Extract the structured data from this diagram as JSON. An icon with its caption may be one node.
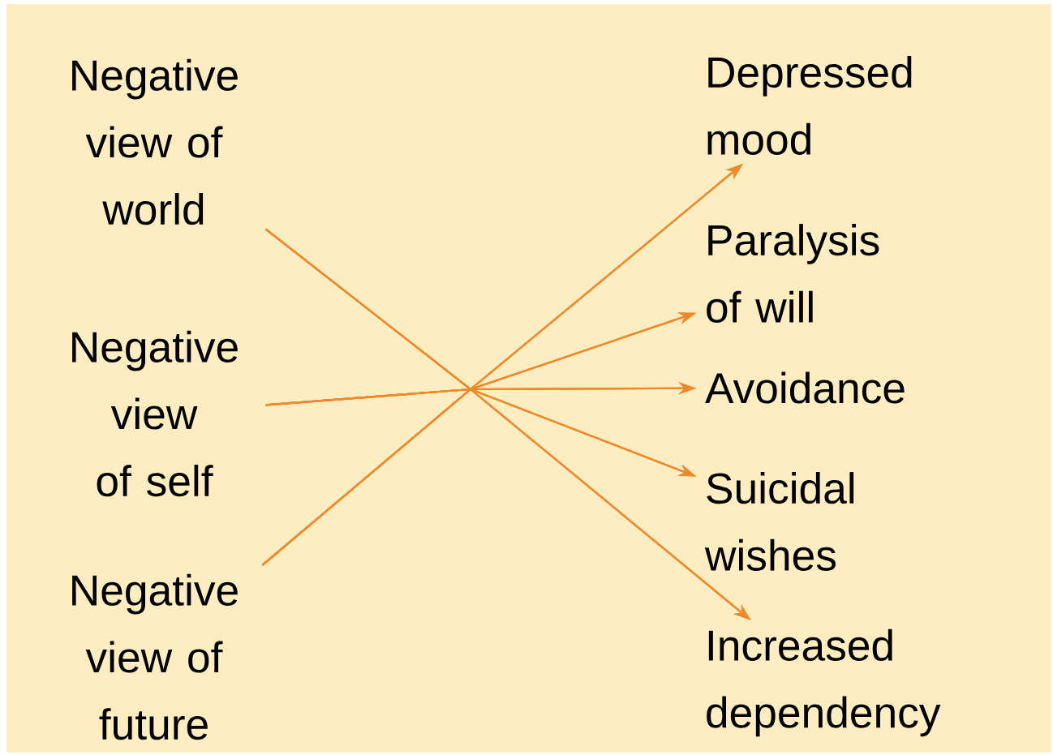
{
  "diagram": {
    "nodes": [
      {
        "text": [
          "Negative view of world"
        ]
      },
      {
        "text": [
          "Negative view of self"
        ]
      },
      {
        "text": [
          "Negative view of future"
        ]
      },
      {
        "text": [
          "Depressed mood"
        ]
      },
      {
        "text": [
          "Paralysis of will"
        ]
      },
      {
        "text": [
          "Avoidance"
        ]
      },
      {
        "text": [
          "Suicidal wishes"
        ]
      },
      {
        "text": [
          "Increased dependency"
        ]
      }
    ],
    "edges": [
      {
        "from": 0,
        "to": 3,
        "arrow": "to"
      },
      {
        "from": 0,
        "to": 4,
        "arrow": "to"
      },
      {
        "from": 0,
        "to": 5,
        "arrow": "to"
      },
      {
        "from": 0,
        "to": 6,
        "arrow": "to"
      },
      {
        "from": 0,
        "to": 7,
        "arrow": "to"
      },
      {
        "from": 1,
        "to": 3,
        "arrow": "to"
      },
      {
        "from": 1,
        "to": 4,
        "arrow": "to"
      },
      {
        "from": 1,
        "to": 5,
        "arrow": "to"
      },
      {
        "from": 1,
        "to": 6,
        "arrow": "to"
      },
      {
        "from": 1,
        "to": 7,
        "arrow": "to"
      },
      {
        "from": 2,
        "to": 3,
        "arrow": "to"
      },
      {
        "from": 2,
        "to": 4,
        "arrow": "to"
      },
      {
        "from": 2,
        "to": 5,
        "arrow": "to"
      },
      {
        "from": 2,
        "to": 6,
        "arrow": "to"
      },
      {
        "from": 2,
        "to": 7,
        "arrow": "to"
      }
    ]
  }
}
